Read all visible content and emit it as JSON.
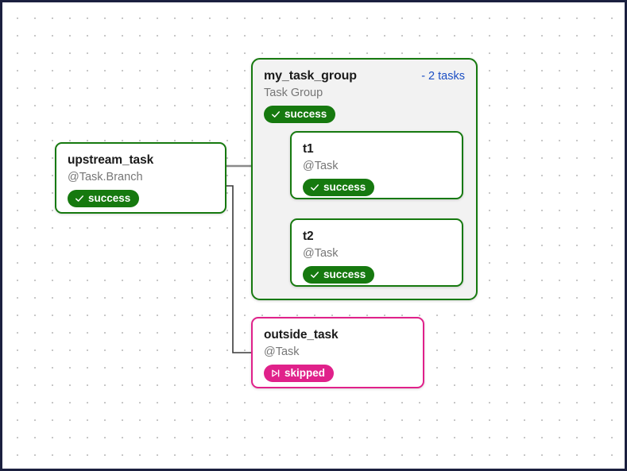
{
  "canvas": {
    "border_color": "#1b203f",
    "background": "#ffffff",
    "dot_color": "#bdbdbd"
  },
  "colors": {
    "success": "#16790f",
    "skipped": "#e0218a",
    "task_count_link": "#1c4fc4",
    "node_type_text": "#767676",
    "group_background": "#f2f2f2",
    "edge": "#8a8a8a",
    "edge_dark": "#2a2a2a"
  },
  "task_group": {
    "title": "my_task_group",
    "task_count_label": "- 2 tasks",
    "type": "Task Group",
    "status": "success",
    "status_icon": "check-icon",
    "children": [
      {
        "id": "t1",
        "title": "t1",
        "type": "@Task",
        "status": "success",
        "status_icon": "check-icon"
      },
      {
        "id": "t2",
        "title": "t2",
        "type": "@Task",
        "status": "success",
        "status_icon": "check-icon"
      }
    ]
  },
  "nodes": [
    {
      "id": "upstream_task",
      "title": "upstream_task",
      "type": "@Task.Branch",
      "status": "success",
      "status_icon": "check-icon"
    },
    {
      "id": "outside_task",
      "title": "outside_task",
      "type": "@Task",
      "status": "skipped",
      "status_icon": "skip-forward-icon"
    }
  ],
  "edges": [
    {
      "from": "upstream_task",
      "to": "t1"
    },
    {
      "from": "upstream_task",
      "to": "t2"
    },
    {
      "from": "upstream_task",
      "to": "outside_task"
    }
  ]
}
